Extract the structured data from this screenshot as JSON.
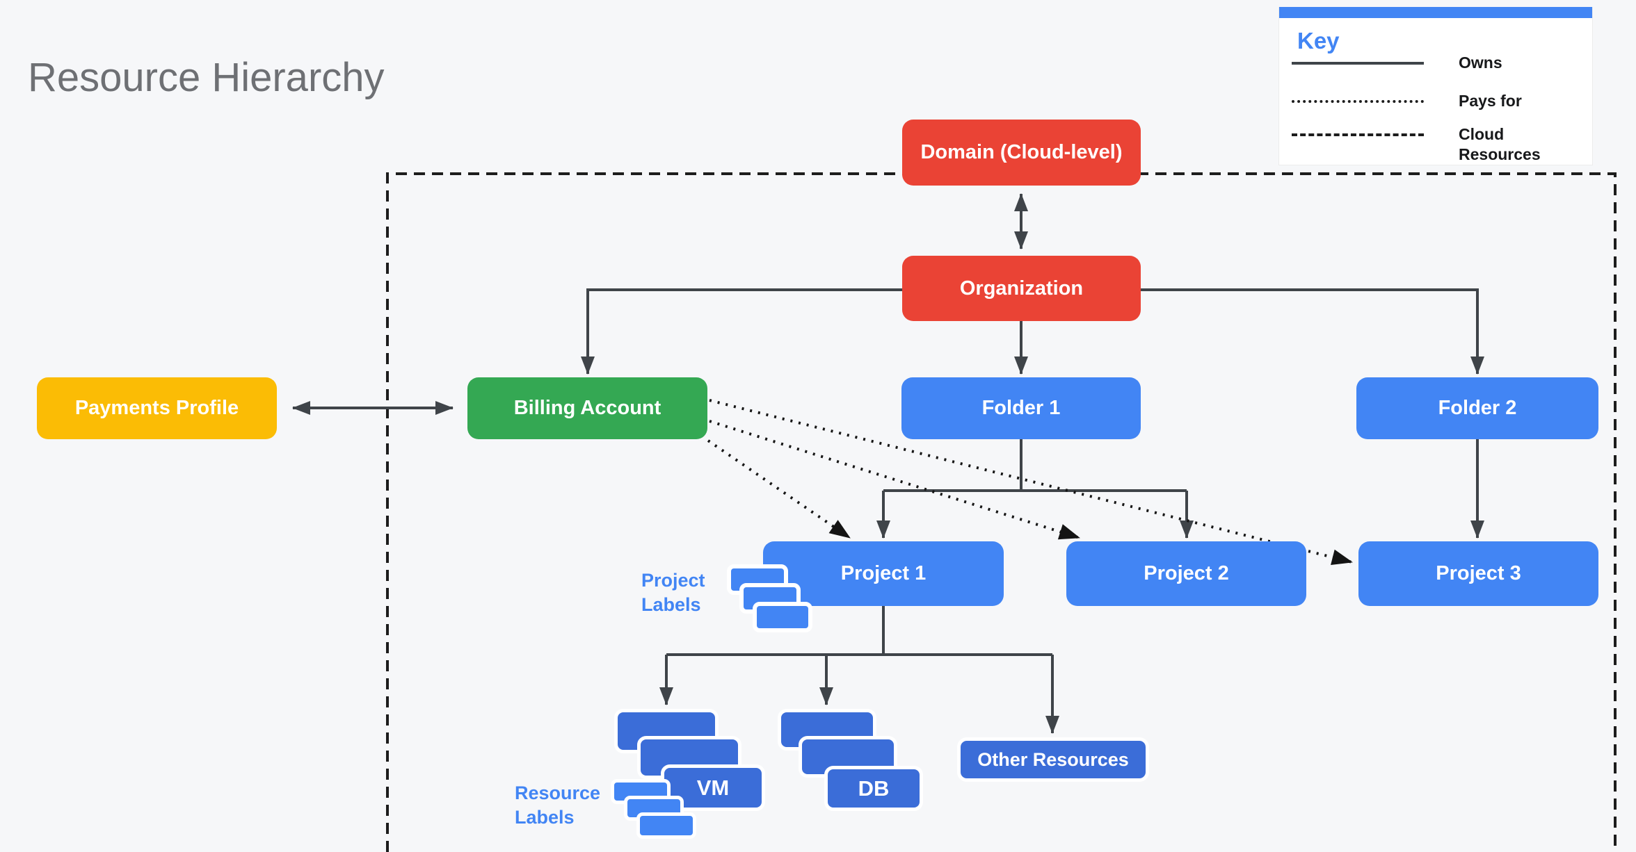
{
  "title": "Resource Hierarchy",
  "legend": {
    "title": "Key",
    "items": [
      {
        "style": "solid",
        "label": "Owns"
      },
      {
        "style": "dotted",
        "label": "Pays for"
      },
      {
        "style": "dashed",
        "label": "Cloud Resources"
      }
    ]
  },
  "nodes": {
    "domain": {
      "label": "Domain (Cloud-level)",
      "color": "#ea4335"
    },
    "organization": {
      "label": "Organization",
      "color": "#ea4335"
    },
    "payments_profile": {
      "label": "Payments Profile",
      "color": "#fbbc05"
    },
    "billing_account": {
      "label": "Billing Account",
      "color": "#34a853"
    },
    "folder1": {
      "label": "Folder 1",
      "color": "#4285f4"
    },
    "folder2": {
      "label": "Folder 2",
      "color": "#4285f4"
    },
    "project1": {
      "label": "Project 1",
      "color": "#4285f4"
    },
    "project2": {
      "label": "Project 2",
      "color": "#4285f4"
    },
    "project3": {
      "label": "Project 3",
      "color": "#4285f4"
    },
    "vm": {
      "label": "VM",
      "color": "#3b6dd8"
    },
    "db": {
      "label": "DB",
      "color": "#3b6dd8"
    },
    "other_resources": {
      "label": "Other Resources",
      "color": "#3b6dd8"
    }
  },
  "annotations": {
    "project_labels": "Project Labels",
    "resource_labels": "Resource Labels"
  },
  "edges": [
    {
      "from": "Domain (Cloud-level)",
      "to": "Organization",
      "type": "owns",
      "bidirectional": true
    },
    {
      "from": "Organization",
      "to": "Billing Account",
      "type": "owns"
    },
    {
      "from": "Organization",
      "to": "Folder 1",
      "type": "owns"
    },
    {
      "from": "Organization",
      "to": "Folder 2",
      "type": "owns"
    },
    {
      "from": "Payments Profile",
      "to": "Billing Account",
      "type": "owns",
      "bidirectional": true
    },
    {
      "from": "Folder 1",
      "to": "Project 1",
      "type": "owns"
    },
    {
      "from": "Folder 1",
      "to": "Project 2",
      "type": "owns"
    },
    {
      "from": "Folder 2",
      "to": "Project 3",
      "type": "owns"
    },
    {
      "from": "Billing Account",
      "to": "Project 1",
      "type": "pays-for"
    },
    {
      "from": "Billing Account",
      "to": "Project 2",
      "type": "pays-for"
    },
    {
      "from": "Billing Account",
      "to": "Project 3",
      "type": "pays-for"
    },
    {
      "from": "Project 1",
      "to": "VM",
      "type": "owns"
    },
    {
      "from": "Project 1",
      "to": "DB",
      "type": "owns"
    },
    {
      "from": "Project 1",
      "to": "Other Resources",
      "type": "owns"
    }
  ],
  "colors": {
    "background": "#f6f7f9",
    "red": "#ea4335",
    "green": "#34a853",
    "yellow": "#fbbc05",
    "blue": "#4285f4",
    "dark_blue": "#3b6dd8",
    "line": "#3f4449",
    "boundary": "#1d1d1d"
  }
}
